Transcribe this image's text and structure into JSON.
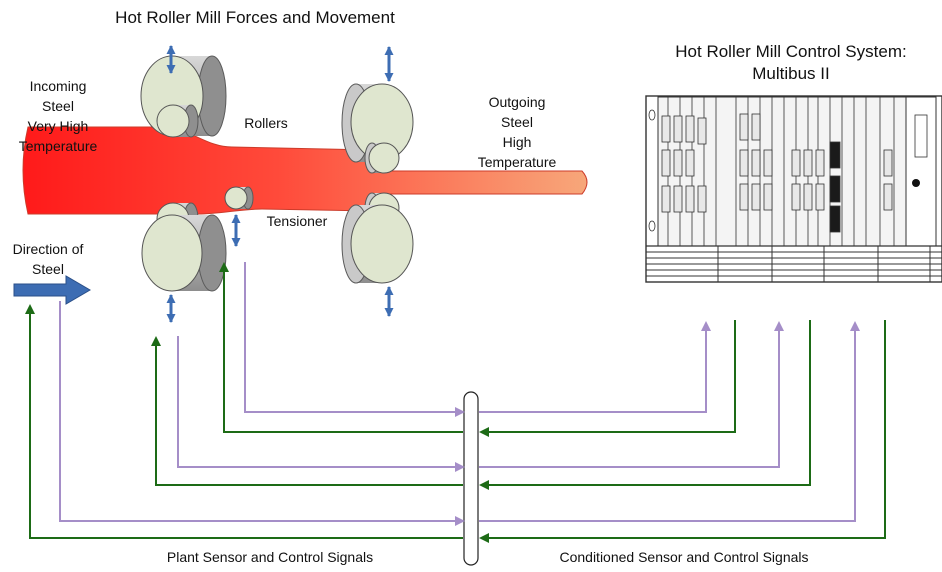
{
  "titles": {
    "left": "Hot Roller Mill Forces and Movement",
    "right": "Hot Roller Mill Control System:\nMultibus II"
  },
  "labels": {
    "incoming": "Incoming\nSteel\nVery High\nTemperature",
    "outgoing": "Outgoing\nSteel\nHigh\nTemperature",
    "rollers": "Rollers",
    "tensioner": "Tensioner",
    "direction": "Direction of\nSteel",
    "plant_signals": "Plant Sensor and Control Signals",
    "conditioned_signals": "Conditioned Sensor and Control Signals"
  },
  "colors": {
    "steel_hot": "#ff1a1a",
    "steel_cool": "#f7a77a",
    "roller_face": "#dfe6cf",
    "roller_body": "#b9b9b9",
    "motion_arrow": "#3d6db3",
    "sensor_line": "#a58ec8",
    "control_line": "#1d6b16",
    "rack_line": "#333333"
  },
  "icons": {
    "motion": "double-headed-vertical-arrow-icon",
    "direction": "right-arrow-icon",
    "signal_conditioner": "signal-conditioner-bar"
  }
}
